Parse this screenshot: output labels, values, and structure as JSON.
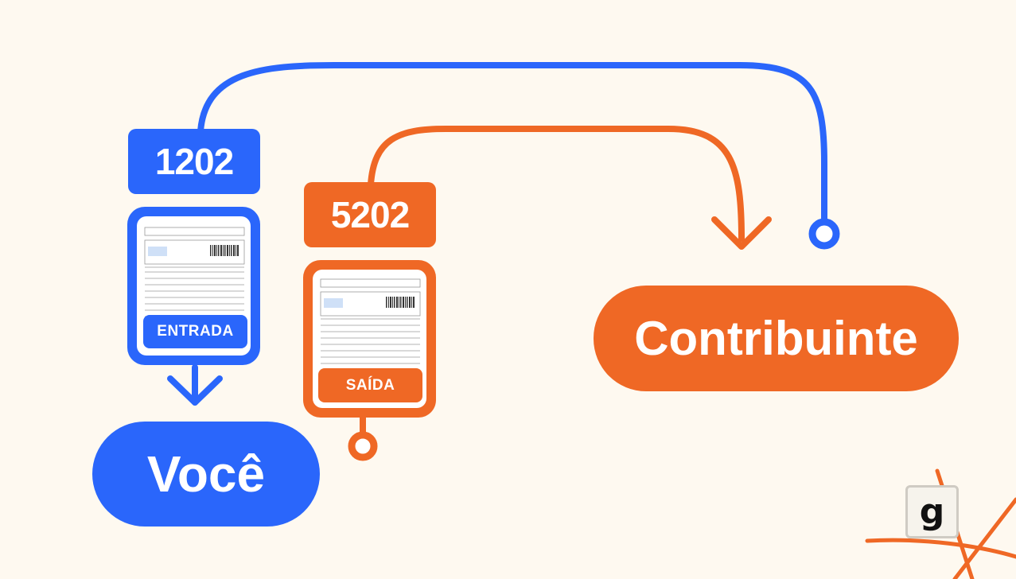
{
  "colors": {
    "blue": "#2A66FB",
    "orange": "#EF6825",
    "background": "#FEF9F0"
  },
  "entrada": {
    "code": "1202",
    "doc_label": "ENTRADA",
    "target": "Você"
  },
  "saida": {
    "code": "5202",
    "doc_label": "SAÍDA"
  },
  "contribuinte": {
    "label": "Contribuinte"
  },
  "logo": {
    "glyph": "g"
  }
}
